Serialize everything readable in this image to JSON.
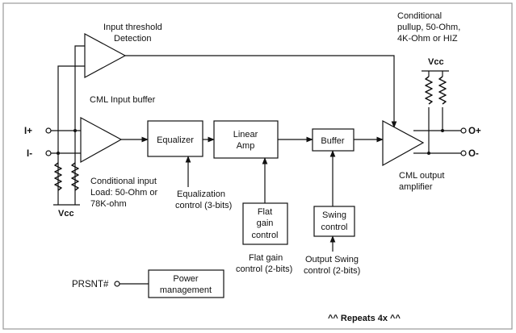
{
  "labels": {
    "input_threshold_1": "Input threshold",
    "input_threshold_2": "Detection",
    "cml_input_buffer": "CML Input buffer",
    "pin_in_pos": "I+",
    "pin_in_neg": "I-",
    "cond_input_1": "Conditional input",
    "cond_input_2": "Load: 50-Ohm or",
    "cond_input_3": "78K-ohm",
    "vcc_bottom": "Vcc",
    "vcc_top": "Vcc",
    "equalizer": "Equalizer",
    "linear_amp_1": "Linear",
    "linear_amp_2": "Amp",
    "buffer": "Buffer",
    "eq_control_1": "Equalization",
    "eq_control_2": "control (3-bits)",
    "flat_gain_box_1": "Flat",
    "flat_gain_box_2": "gain",
    "flat_gain_box_3": "control",
    "flat_gain_ctl_1": "Flat gain",
    "flat_gain_ctl_2": "control (2-bits)",
    "swing_box_1": "Swing",
    "swing_box_2": "control",
    "swing_ctl_1": "Output Swing",
    "swing_ctl_2": "control (2-bits)",
    "cond_pullup_1": "Conditional",
    "cond_pullup_2": "pullup, 50-Ohm,",
    "cond_pullup_3": "4K-Ohm or HIZ",
    "pin_out_pos": "O+",
    "pin_out_neg": "O-",
    "cml_output_1": "CML output",
    "cml_output_2": "amplifier",
    "prsnt": "PRSNT#",
    "power_mgmt_1": "Power",
    "power_mgmt_2": "management",
    "repeats": "^^ Repeats 4x ^^"
  }
}
